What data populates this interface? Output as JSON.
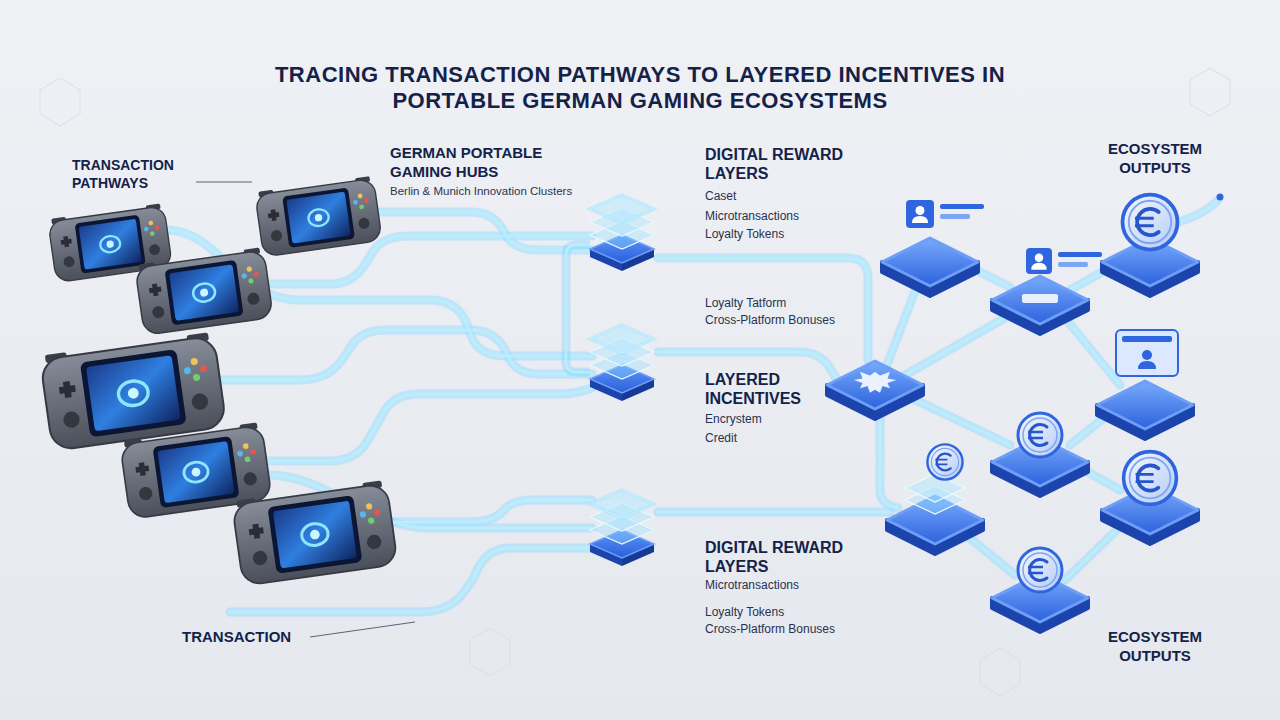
{
  "diagram": {
    "title": "TRACING TRANSACTION PATHWAYS TO LAYERED INCENTIVES IN PORTABLE GERMAN GAMING ECOSYSTEMS",
    "nodes": [
      {
        "text": [
          "DIGITAL REWARD LAYERS",
          "Caset",
          "Microtransactions",
          "Loyalty Tokens"
        ]
      },
      {
        "text": [
          "Loyalty Tatform",
          "Cross-Platform Bonuses",
          "LAYERED INCENTIVES",
          "Encrystem",
          "Credit"
        ]
      },
      {
        "text": [
          "DIGITAL REWARD LAYERS",
          "Microtransactions",
          "Loyalty Tokens",
          "Cross-Platform Bonuses"
        ]
      }
    ],
    "edges": [
      {
        "from": 0,
        "to": 1,
        "arrow": "none"
      }
    ],
    "labels": [
      "TRANSACTION PATHWAYS",
      "GERMAN PORTABLE GAMING HUBS",
      "Berlin & Munich Innovation Clusters",
      "TRANSACTION",
      "ECOSYSTEM OUTPUTS",
      "ECOSYSTEM OUTPUTS"
    ]
  }
}
